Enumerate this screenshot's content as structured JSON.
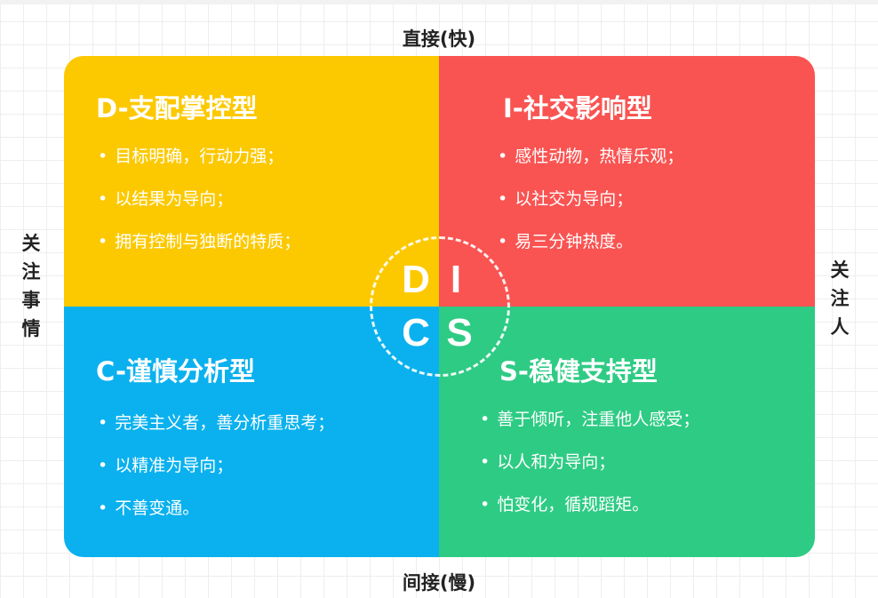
{
  "axes": {
    "top": "直接(快)",
    "bottom": "间接(慢)",
    "left": "关注事情",
    "right": "关注人"
  },
  "colors": {
    "D": "#fcc900",
    "I": "#f95452",
    "C": "#0ab1ee",
    "S": "#2ecb84"
  },
  "quadrants": {
    "D": {
      "title": "D-支配掌控型",
      "items": [
        "目标明确，行动力强；",
        "以结果为导向；",
        "拥有控制与独断的特质；"
      ]
    },
    "I": {
      "title": "I-社交影响型",
      "items": [
        "感性动物，热情乐观；",
        "以社交为导向；",
        "易三分钟热度。"
      ]
    },
    "C": {
      "title": "C-谨慎分析型",
      "items": [
        "完美主义者，善分析重思考；",
        "以精准为导向；",
        "不善变通。"
      ]
    },
    "S": {
      "title": "S-稳健支持型",
      "items": [
        "善于倾听，注重他人感受；",
        "以人和为导向；",
        "怕变化，循规蹈矩。"
      ]
    }
  },
  "center": {
    "letters": [
      "D",
      "I",
      "C",
      "S"
    ]
  }
}
